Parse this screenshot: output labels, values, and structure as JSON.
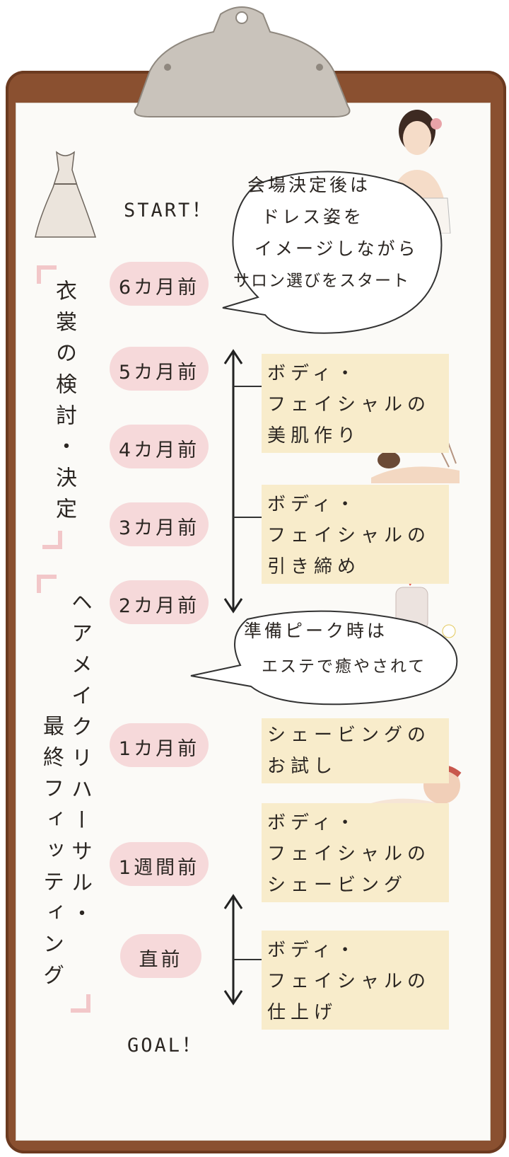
{
  "timeline": {
    "start": "START！",
    "goal": "GOAL！",
    "steps": [
      "6カ月前",
      "5カ月前",
      "4カ月前",
      "3カ月前",
      "2カ月前",
      "1カ月前",
      "1週間前",
      "直前"
    ]
  },
  "phases": {
    "costume": "衣裳の検討・決定",
    "hair_line1": "ヘアメイクリハーサル・",
    "hair_line2": "最終フィッティング"
  },
  "bubbles": {
    "top": [
      "会場決定後は",
      "ドレス姿を",
      "イメージしながら",
      "サロン選びをスタート"
    ],
    "middle": [
      "準備ピーク時は",
      "エステで癒やされて"
    ]
  },
  "boxes": [
    [
      "ボディ・",
      "フェイシャルの",
      "美肌作り"
    ],
    [
      "ボディ・",
      "フェイシャルの",
      "引き締め"
    ],
    [
      "シェービングの",
      "お試し"
    ],
    [
      "ボディ・",
      "フェイシャルの",
      "シェービング"
    ],
    [
      "ボディ・",
      "フェイシャルの",
      "仕上げ"
    ]
  ],
  "colors": {
    "pill": "#f6d9da",
    "box": "#f8eccb",
    "board": "#8a5030"
  }
}
